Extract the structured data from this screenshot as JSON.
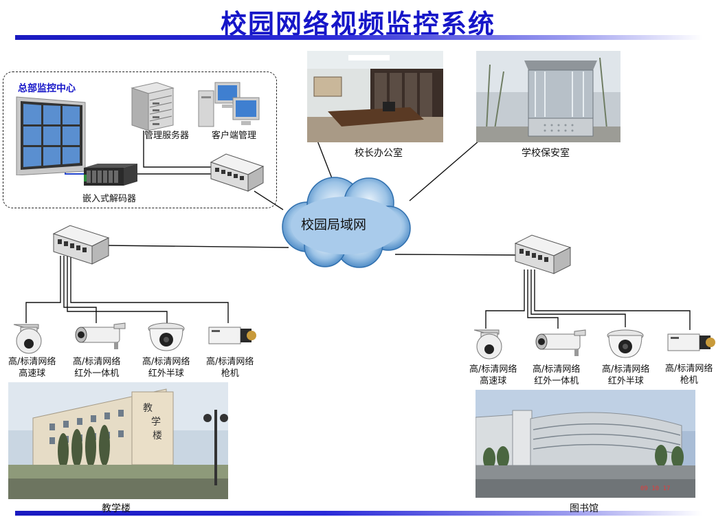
{
  "title": "校园网络视频监控系统",
  "accent_color": "#1616c8",
  "network": {
    "cloud_label": "校园局域网"
  },
  "hq": {
    "label": "总部监控中心",
    "server_label": "管理服务器",
    "client_label": "客户端管理",
    "decoder_label": "嵌入式解码器"
  },
  "remote": {
    "principal_office": "校长办公室",
    "security_room": "学校保安室"
  },
  "left_site": {
    "building": "教学楼",
    "cameras": [
      {
        "line1": "高/标清网络",
        "line2": "高速球",
        "icon": "speed-dome-camera-icon"
      },
      {
        "line1": "高/标清网络",
        "line2": "红外一体机",
        "icon": "ir-bullet-camera-icon"
      },
      {
        "line1": "高/标清网络",
        "line2": "红外半球",
        "icon": "ir-dome-camera-icon"
      },
      {
        "line1": "高/标清网络",
        "line2": "枪机",
        "icon": "box-camera-icon"
      }
    ]
  },
  "right_site": {
    "building": "图书馆",
    "photo_timestamp": "09 10 17",
    "cameras": [
      {
        "line1": "高/标清网络",
        "line2": "高速球",
        "icon": "speed-dome-camera-icon"
      },
      {
        "line1": "高/标清网络",
        "line2": "红外一体机",
        "icon": "ir-bullet-camera-icon"
      },
      {
        "line1": "高/标清网络",
        "line2": "红外半球",
        "icon": "ir-dome-camera-icon"
      },
      {
        "line1": "高/标清网络",
        "line2": "枪机",
        "icon": "box-camera-icon"
      }
    ]
  }
}
